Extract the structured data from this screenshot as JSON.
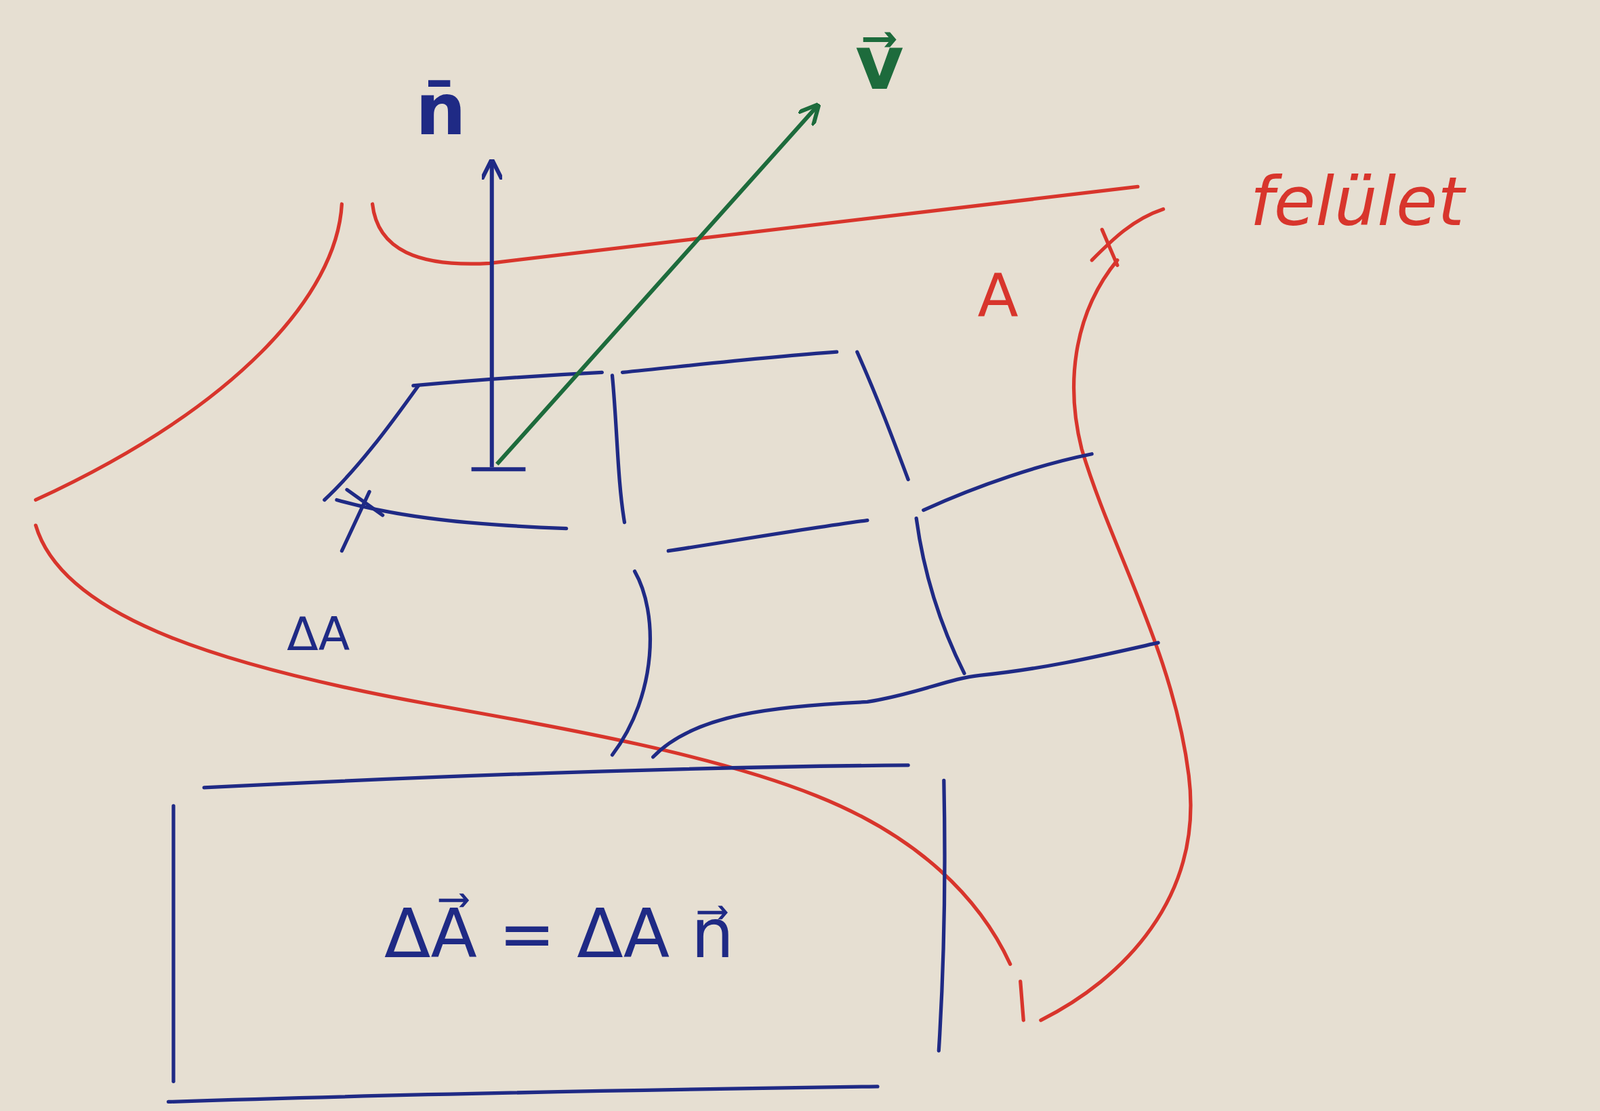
{
  "diagram": {
    "nodes": [
      {
        "text": [
          "ΔA⃗ = ΔA n⃗"
        ]
      }
    ],
    "edges": [],
    "labels": [
      "n̄",
      "v⃗",
      "A",
      "felület",
      "ΔA"
    ]
  }
}
